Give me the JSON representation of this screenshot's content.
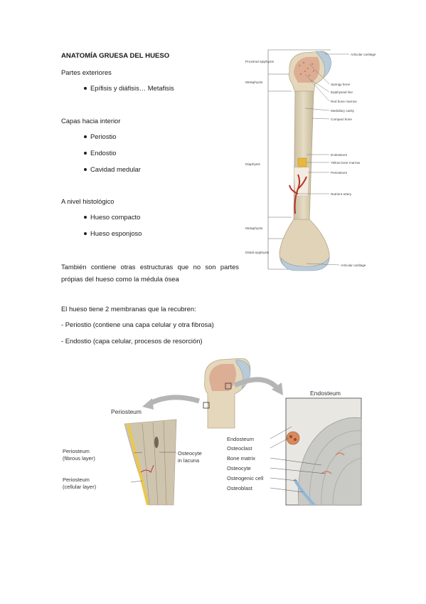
{
  "heading": "ANATOMÍA GRUESA DEL HUESO",
  "section1": {
    "label": "Partes exteriores",
    "bullets": [
      "Epífisis y diáfisis… Metafisis"
    ]
  },
  "section2": {
    "label": "Capas hacia interior",
    "bullets": [
      "Periostio",
      "Endostio",
      "Cavidad medular"
    ]
  },
  "section3": {
    "label": "A nivel histológico",
    "bullets": [
      "Hueso compacto",
      "Hueso esponjoso"
    ]
  },
  "paragraph": "También contiene otras estructuras que no son partes própias del hueso como la médula ósea",
  "membranes": {
    "intro": "El hueso tiene 2 membranas que la recubren:",
    "items": [
      "- Periostio (contiene una capa celular y otra fibrosa)",
      "- Endostio (capa celular, procesos de resorción)"
    ]
  },
  "figure1": {
    "left_labels": {
      "proximal": "Proximal epiphysis",
      "metaphysis_top": "Metaphysis",
      "diaphysis": "Diaphysis",
      "metaphysis_bottom": "Metaphysis",
      "distal": "Distal epiphysis"
    },
    "right_labels": {
      "articular_top": "Articular cartilage",
      "spongy": "Spongy bone",
      "epiphyseal": "Epiphyseal line",
      "red_marrow": "Red bone marrow",
      "medullary": "Medullary cavity",
      "compact": "Compact bone",
      "endosteum": "Endosteum",
      "yellow_marrow": "Yellow bone marrow",
      "periosteum": "Periosteum",
      "nutrient": "Nutrient artery",
      "articular_bottom": "Articular cartilage"
    }
  },
  "figure2": {
    "periosteum_title": "Periosteum",
    "endosteum_title": "Endosteum",
    "left_labels": {
      "fibrous_1": "Periosteum",
      "fibrous_2": "(fibrous layer)",
      "cellular_1": "Periosteum",
      "cellular_2": "(cellular layer)",
      "osteocyte_1": "Osteocyte",
      "osteocyte_2": "in lacuna"
    },
    "right_labels": [
      "Endosteum",
      "Osteoclast",
      "Bone matrix",
      "Osteocyte",
      "Osteogenic cell",
      "Osteoblast"
    ]
  }
}
